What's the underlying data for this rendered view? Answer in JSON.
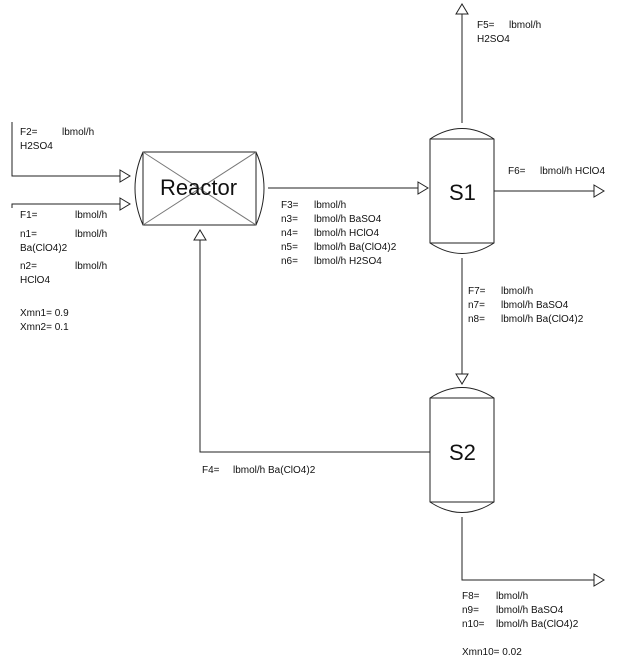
{
  "units": {
    "title": "Reactor",
    "s1": "S1",
    "s2": "S2"
  },
  "stream_f2": {
    "flow": "F2=",
    "flow_unit": "lbmol/h",
    "component": "H2SO4"
  },
  "stream_f1": {
    "flow": "F1=",
    "flow_unit": "lbmol/h",
    "n1": "n1=",
    "n1_unit": "lbmol/h",
    "n1_comp": "Ba(ClO4)2",
    "n2": "n2=",
    "n2_unit": "lbmol/h",
    "n2_comp": "HClO4"
  },
  "specs_reactor": {
    "xmn1": "Xmn1= 0.9",
    "xmn2": "Xmn2= 0.1"
  },
  "stream_f3": {
    "flow": "F3=",
    "flow_unit": "lbmol/h",
    "n3": "n3=",
    "n3_unit": "lbmol/h BaSO4",
    "n4": "n4=",
    "n4_unit": "lbmol/h HClO4",
    "n5": "n5=",
    "n5_unit": "lbmol/h  Ba(ClO4)2",
    "n6": "n6=",
    "n6_unit": "lbmol/h H2SO4"
  },
  "stream_f5": {
    "flow": "F5=",
    "flow_unit": "lbmol/h",
    "component": "H2SO4"
  },
  "stream_f6": {
    "flow": "F6=",
    "flow_unit": "lbmol/h HClO4"
  },
  "stream_f7": {
    "flow": "F7=",
    "flow_unit": "lbmol/h",
    "n7": "n7=",
    "n7_unit": "lbmol/h BaSO4",
    "n8": "n8=",
    "n8_unit": "lbmol/h Ba(ClO4)2"
  },
  "stream_f4": {
    "flow": "F4=",
    "flow_unit": "lbmol/h Ba(ClO4)2"
  },
  "stream_f8": {
    "flow": "F8=",
    "flow_unit": "lbmol/h",
    "n9": "n9=",
    "n9_unit": "lbmol/h BaSO4",
    "n10": "n10=",
    "n10_unit": "lbmol/h Ba(ClO4)2"
  },
  "specs_s2": {
    "xmn10": "Xmn10= 0.02"
  }
}
